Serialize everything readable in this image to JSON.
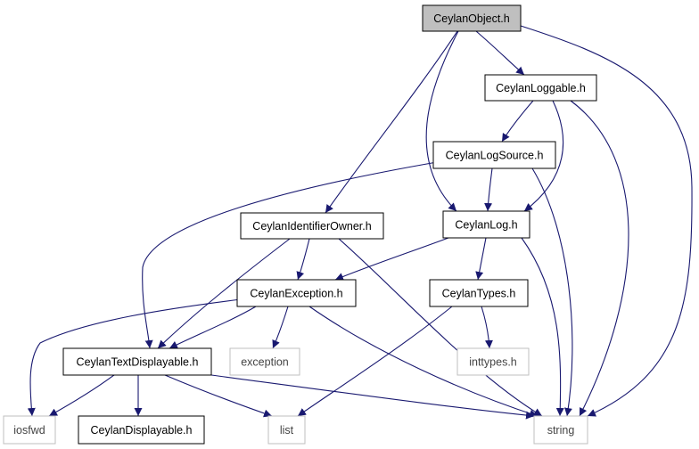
{
  "graph": {
    "edge_color": "#191970",
    "nodes": [
      {
        "id": "ceylan-object",
        "label": "CeylanObject.h",
        "style": "root"
      },
      {
        "id": "ceylan-loggable",
        "label": "CeylanLoggable.h",
        "style": "normal"
      },
      {
        "id": "ceylan-log-source",
        "label": "CeylanLogSource.h",
        "style": "normal"
      },
      {
        "id": "ceylan-identifier-owner",
        "label": "CeylanIdentifierOwner.h",
        "style": "normal"
      },
      {
        "id": "ceylan-log",
        "label": "CeylanLog.h",
        "style": "normal"
      },
      {
        "id": "ceylan-exception",
        "label": "CeylanException.h",
        "style": "normal"
      },
      {
        "id": "ceylan-types",
        "label": "CeylanTypes.h",
        "style": "normal"
      },
      {
        "id": "ceylan-text-displayable",
        "label": "CeylanTextDisplayable.h",
        "style": "normal"
      },
      {
        "id": "exception",
        "label": "exception",
        "style": "external"
      },
      {
        "id": "inttypes",
        "label": "inttypes.h",
        "style": "external"
      },
      {
        "id": "iosfwd",
        "label": "iosfwd",
        "style": "external"
      },
      {
        "id": "ceylan-displayable",
        "label": "CeylanDisplayable.h",
        "style": "normal"
      },
      {
        "id": "list",
        "label": "list",
        "style": "external"
      },
      {
        "id": "string",
        "label": "string",
        "style": "external"
      }
    ],
    "edges": [
      {
        "from": "ceylan-object",
        "to": "ceylan-loggable"
      },
      {
        "from": "ceylan-object",
        "to": "ceylan-identifier-owner"
      },
      {
        "from": "ceylan-object",
        "to": "ceylan-log"
      },
      {
        "from": "ceylan-object",
        "to": "string"
      },
      {
        "from": "ceylan-loggable",
        "to": "ceylan-log-source"
      },
      {
        "from": "ceylan-loggable",
        "to": "ceylan-log"
      },
      {
        "from": "ceylan-loggable",
        "to": "string"
      },
      {
        "from": "ceylan-log-source",
        "to": "ceylan-log"
      },
      {
        "from": "ceylan-log-source",
        "to": "ceylan-text-displayable"
      },
      {
        "from": "ceylan-log-source",
        "to": "string"
      },
      {
        "from": "ceylan-identifier-owner",
        "to": "ceylan-exception"
      },
      {
        "from": "ceylan-identifier-owner",
        "to": "ceylan-text-displayable"
      },
      {
        "from": "ceylan-identifier-owner",
        "to": "string"
      },
      {
        "from": "ceylan-log",
        "to": "ceylan-exception"
      },
      {
        "from": "ceylan-log",
        "to": "ceylan-types"
      },
      {
        "from": "ceylan-log",
        "to": "string"
      },
      {
        "from": "ceylan-exception",
        "to": "ceylan-text-displayable"
      },
      {
        "from": "ceylan-exception",
        "to": "exception"
      },
      {
        "from": "ceylan-exception",
        "to": "iosfwd"
      },
      {
        "from": "ceylan-exception",
        "to": "string"
      },
      {
        "from": "ceylan-types",
        "to": "inttypes"
      },
      {
        "from": "ceylan-types",
        "to": "list"
      },
      {
        "from": "ceylan-text-displayable",
        "to": "iosfwd"
      },
      {
        "from": "ceylan-text-displayable",
        "to": "ceylan-displayable"
      },
      {
        "from": "ceylan-text-displayable",
        "to": "list"
      },
      {
        "from": "ceylan-text-displayable",
        "to": "string"
      }
    ]
  }
}
